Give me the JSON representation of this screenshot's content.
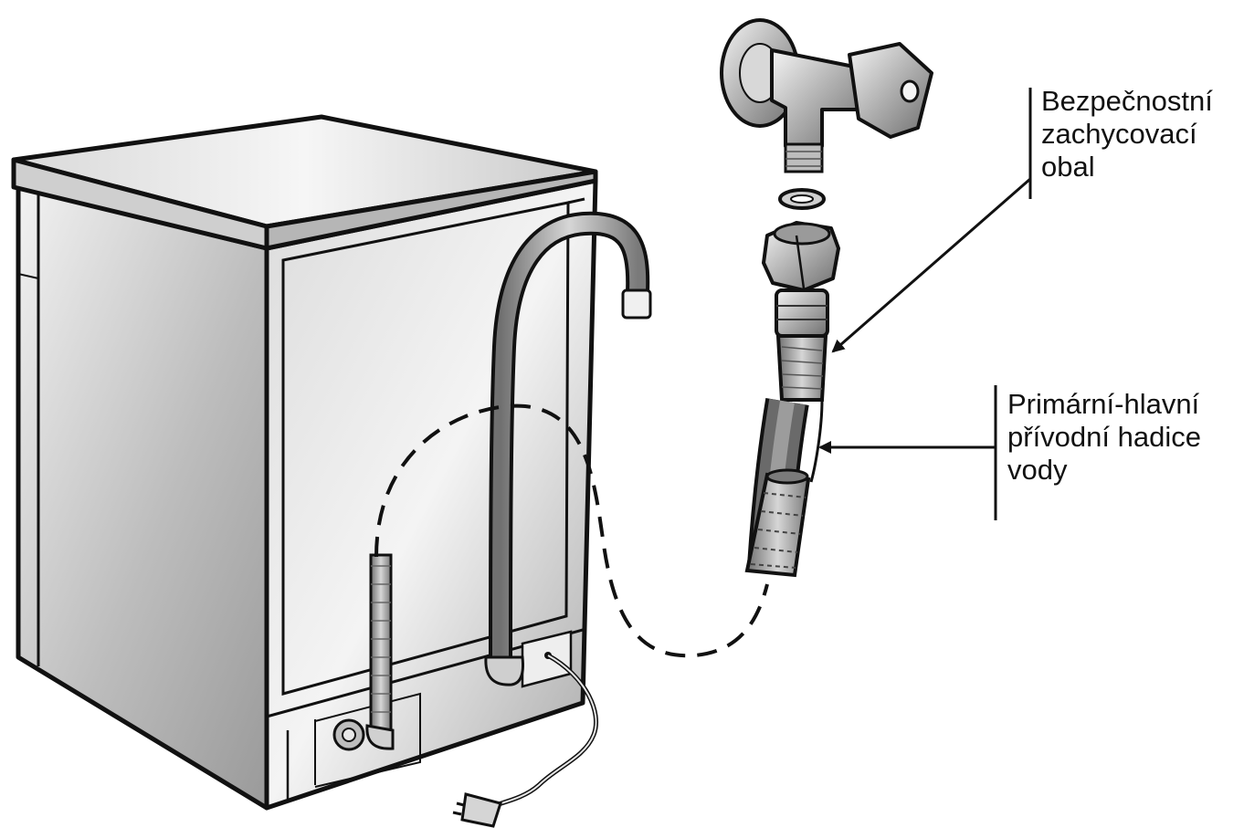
{
  "colors": {
    "ink": "#111111",
    "metal_light": "#e6e6e6",
    "metal_mid": "#bdbdbd",
    "metal_dark": "#8a8a8a",
    "background": "#ffffff"
  },
  "callouts": {
    "safety_cover": {
      "lines": [
        "Bezpečnostní",
        "zachycovací",
        "obal"
      ]
    },
    "primary_hose": {
      "lines": [
        "Primární-hlavní",
        "přívodní hadice",
        "vody"
      ]
    }
  },
  "icons": {
    "appliance": "dishwasher-icon",
    "tap": "water-tap-icon",
    "plug": "power-plug-icon"
  }
}
